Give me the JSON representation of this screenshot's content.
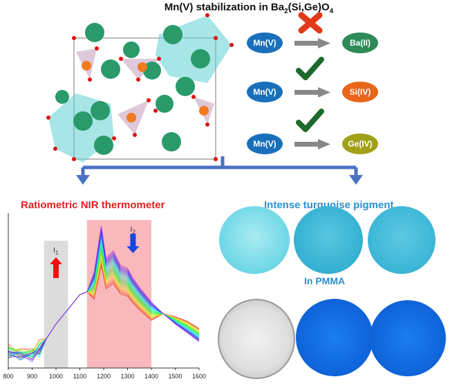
{
  "title": {
    "prefix": "Mn(V) stabilization in Ba",
    "sub1": "2",
    "mid": "(Si,Ge)O",
    "sub2": "4"
  },
  "substitutions": [
    {
      "from": "Mn(V)",
      "to": "Ba(II)",
      "result": "cross-icon",
      "to_color": "#2e8b57"
    },
    {
      "from": "Mn(V)",
      "to": "Si(IV)",
      "result": "check-icon",
      "to_color": "#e8651a"
    },
    {
      "from": "Mn(V)",
      "to": "Ge(IV)",
      "result": "check-icon",
      "to_color": "#a1a118"
    }
  ],
  "colors": {
    "mn": "#1a6fba",
    "arrow": "#888888",
    "bracket": "#4a72c4",
    "red_heading": "#e02020",
    "blue_heading": "#2a8fd0"
  },
  "left_heading": "Ratiometric NIR thermometer",
  "right_heading": "Intense turquoise pigment",
  "pmma_label": "In PMMA",
  "chart_data": {
    "type": "line",
    "title": "",
    "xlabel": "",
    "ylabel": "",
    "xlim": [
      800,
      1600
    ],
    "xticks": [
      "800",
      "900",
      "1000",
      "1100",
      "1200",
      "1300",
      "1400",
      "1500",
      "1600"
    ],
    "bands": [
      {
        "label": "I",
        "sub": "1",
        "from": 950,
        "to": 1050,
        "color": "#dcdcdc",
        "trend": "up"
      },
      {
        "label": "I",
        "sub": "2",
        "from": 1130,
        "to": 1400,
        "color": "#f9b8bc",
        "trend": "down"
      }
    ],
    "base_curve": {
      "x": [
        800,
        850,
        900,
        930,
        960,
        1000,
        1050,
        1100,
        1130,
        1160,
        1190,
        1210,
        1240,
        1270,
        1300,
        1320,
        1350,
        1400,
        1450,
        1500,
        1550,
        1600
      ],
      "y": [
        0.12,
        0.1,
        0.1,
        0.14,
        0.2,
        0.3,
        0.4,
        0.5,
        0.52,
        0.65,
        0.97,
        0.75,
        0.8,
        0.7,
        0.68,
        0.62,
        0.55,
        0.45,
        0.37,
        0.3,
        0.24,
        0.18
      ]
    },
    "n_series": 24
  }
}
